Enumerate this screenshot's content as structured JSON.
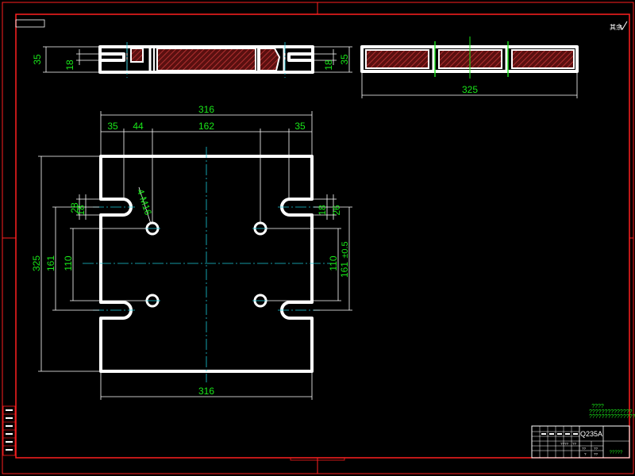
{
  "colors": {
    "background": "#000000",
    "frame": "#ff2020",
    "part": "#ffffff",
    "dimension": "#19e619",
    "center_line": "#1ac8d8",
    "hatch": "#8a2020"
  },
  "top_view": {
    "dims": {
      "overall_width": "316",
      "slot_offset_left": "35",
      "hole_offset": "44",
      "hole_spacing": "162",
      "slot_offset_right": "35",
      "bottom_width": "316",
      "overall_height": "325",
      "slot_spacing_left": "161",
      "hole_spacing_left": "110",
      "hole_spacing_right": "110",
      "slot_spacing_right": "161",
      "slot_tolerance": "±0.5",
      "slot_depth_left": "28",
      "slot_width_left": "18",
      "slot_width_right": "18",
      "slot_depth_right": "26",
      "thread_callout": "4-M16"
    }
  },
  "front_view": {
    "dims": {
      "height_left": "35",
      "inner_left": "18",
      "inner_right": "18",
      "height_right": "35"
    }
  },
  "side_view": {
    "dims": {
      "length": "325"
    }
  },
  "roughness_symbol": "其余",
  "notes": {
    "title": "????",
    "line1": "??????????????",
    "line2": "?????????????????"
  },
  "title_block": {
    "material": "Q235A",
    "drawing_name": "?????",
    "cells": [
      "????",
      "??",
      "??",
      "?",
      "??",
      "??"
    ]
  },
  "top_left_box": ""
}
